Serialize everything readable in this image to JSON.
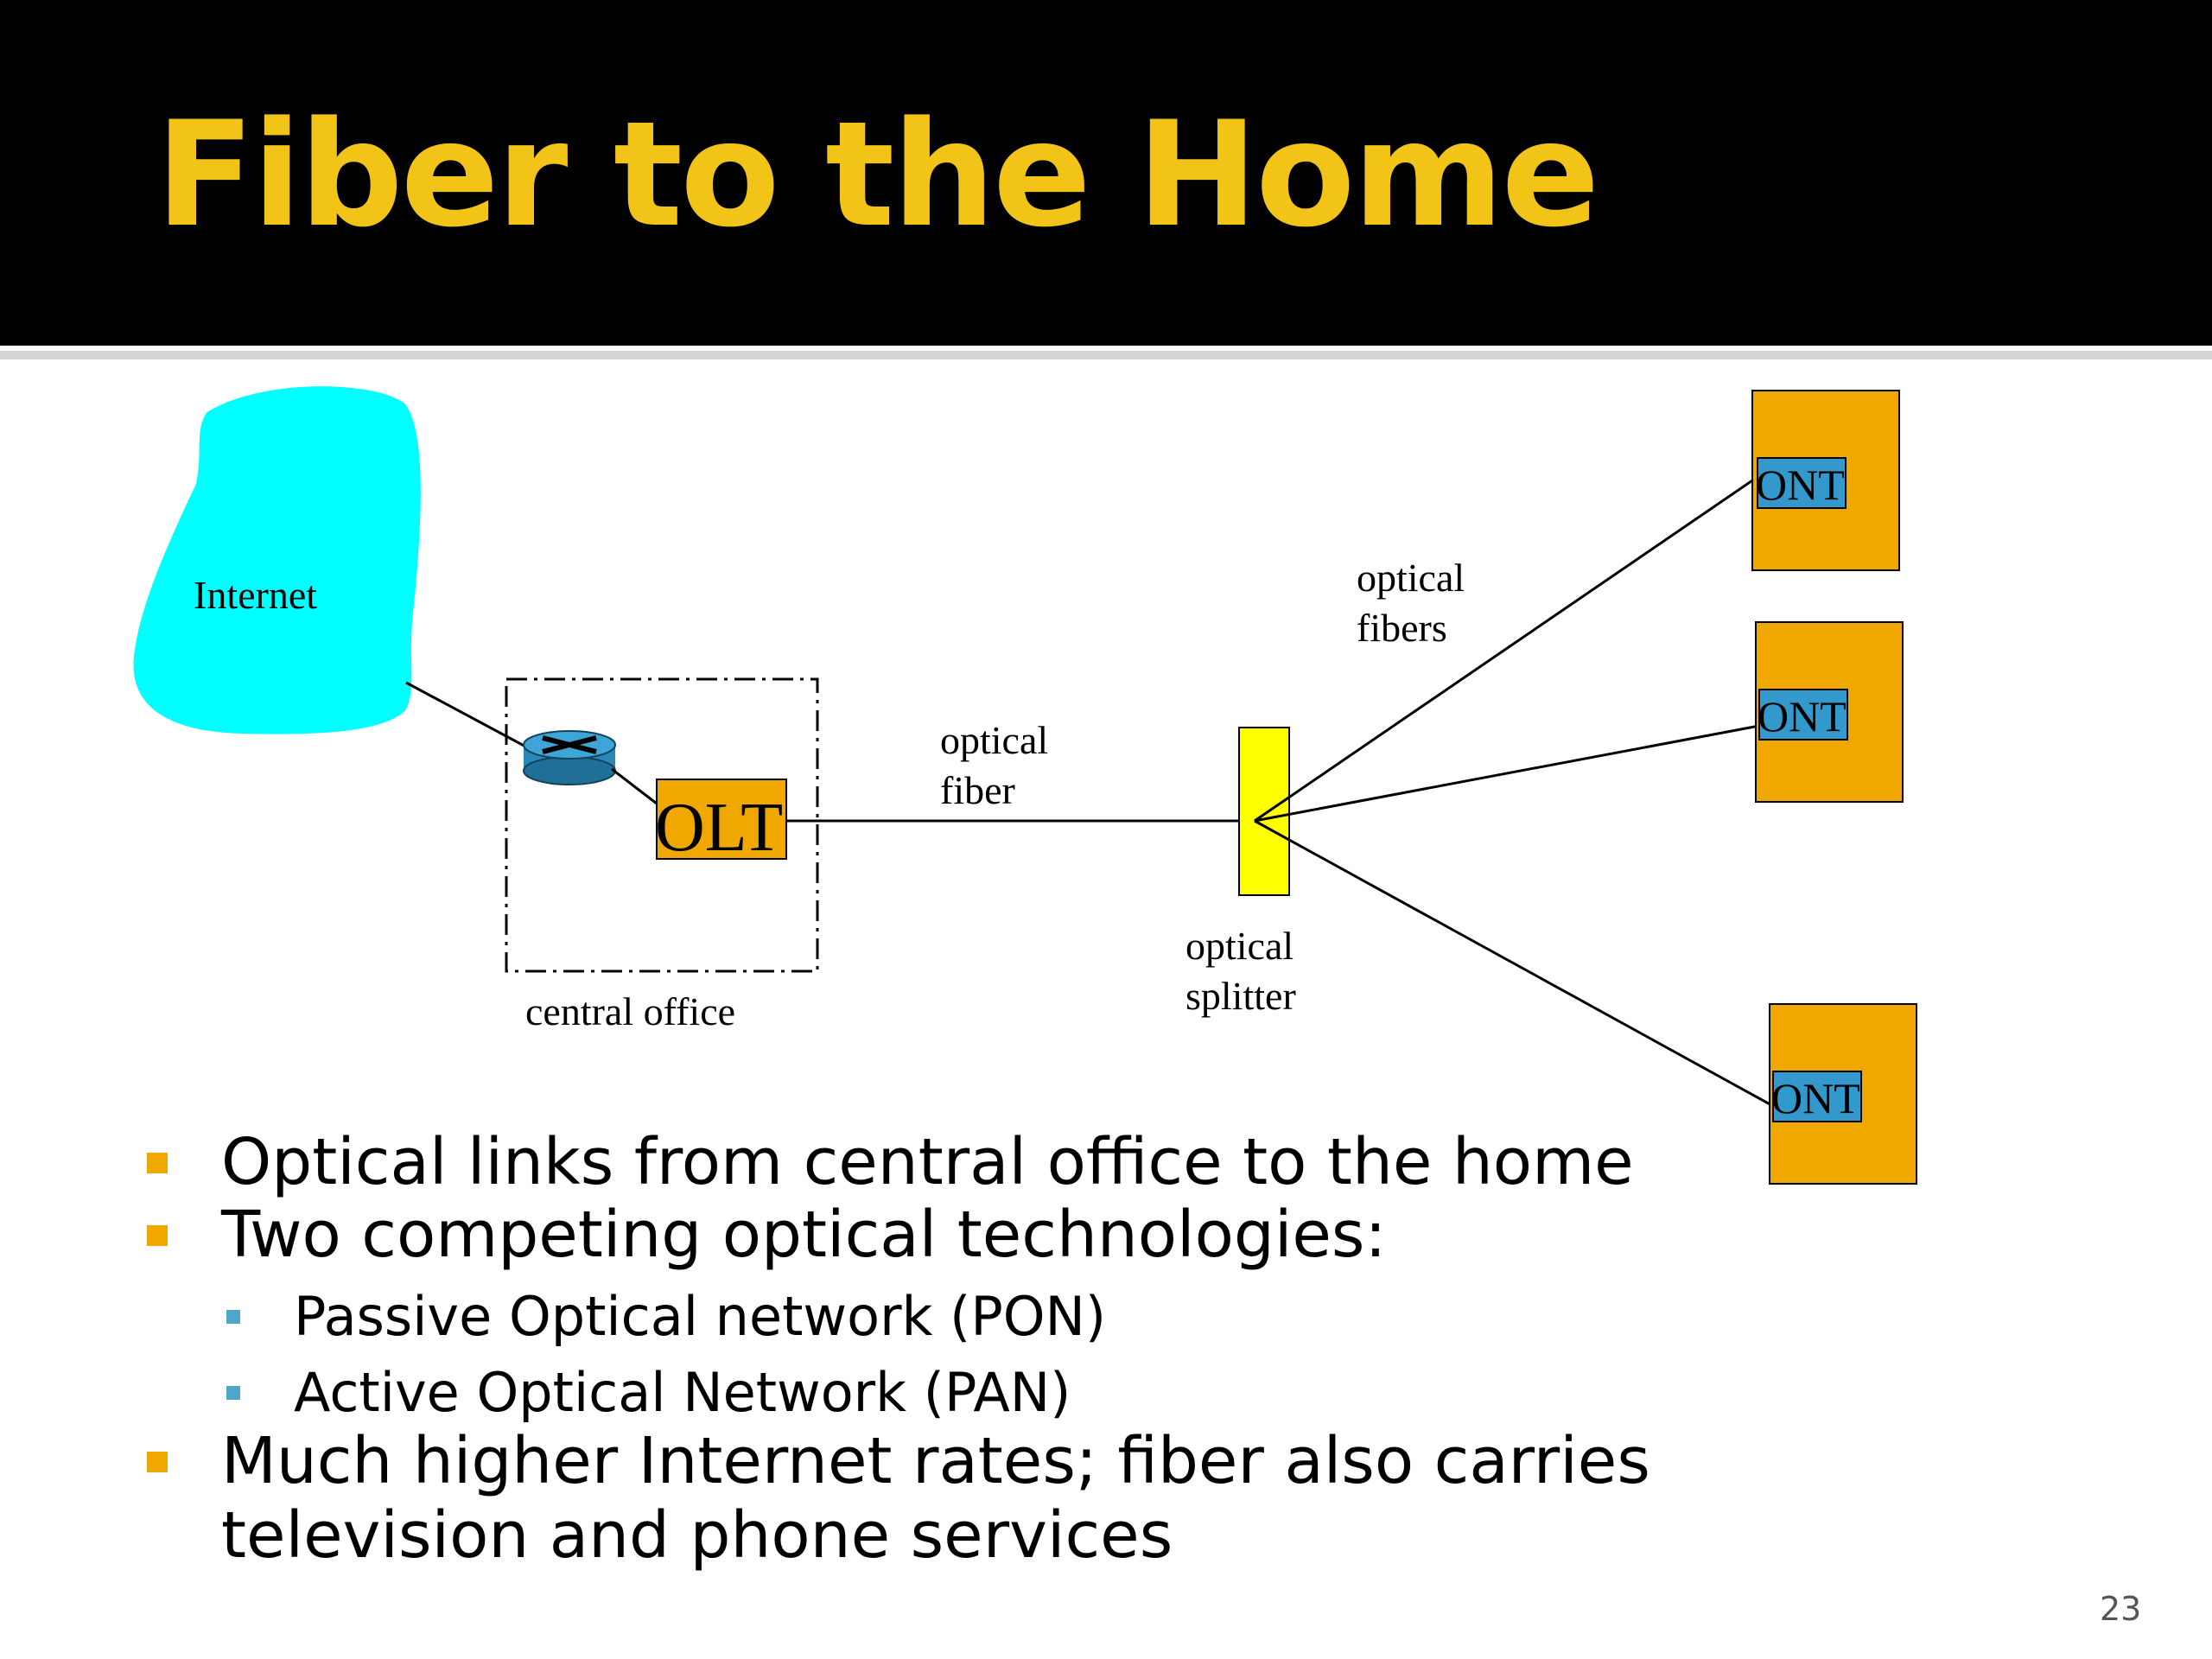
{
  "slide": {
    "title": "Fiber to the Home",
    "number": "23"
  },
  "diagram": {
    "internet_label": "Internet",
    "olt_label": "OLT",
    "central_office_label": "central office",
    "optical_fiber_label": [
      "optical",
      "fiber"
    ],
    "optical_fibers_label": [
      "optical",
      "fibers"
    ],
    "optical_splitter_label": [
      "optical",
      "splitter"
    ],
    "ont_labels": [
      "ONT",
      "ONT",
      "ONT"
    ],
    "colors": {
      "internet_cloud": "#00ffff",
      "olt_box": "#f0a800",
      "ont_house": "#f0a800",
      "ont_tag": "#3399cc",
      "splitter": "#ffff00",
      "router": "#2a88b8"
    }
  },
  "bullets": [
    {
      "level": 1,
      "lines": [
        "Optical links from central office to the home"
      ]
    },
    {
      "level": 1,
      "lines": [
        "Two competing optical technologies:"
      ]
    },
    {
      "level": 2,
      "lines": [
        "Passive Optical network (PON)"
      ]
    },
    {
      "level": 2,
      "lines": [
        "Active Optical Network (PAN)"
      ]
    },
    {
      "level": 1,
      "lines": [
        "Much higher Internet rates; fiber also carries",
        "television and phone services"
      ]
    }
  ]
}
